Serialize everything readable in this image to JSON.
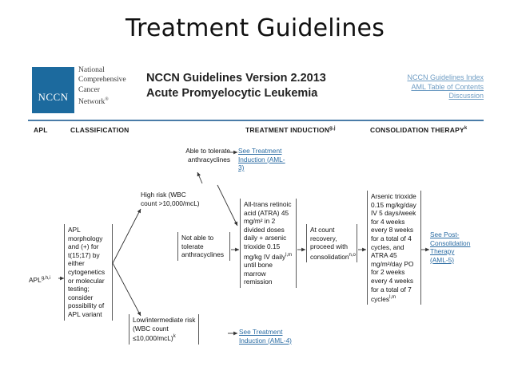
{
  "slide": {
    "title": "Treatment Guidelines"
  },
  "header": {
    "logo_mark": "NCCN",
    "logo_words_line1": "National",
    "logo_words_line2": "Comprehensive",
    "logo_words_line3": "Cancer",
    "logo_words_line4": "Network",
    "logo_words_sup": "®",
    "title_line1": "NCCN Guidelines Version 2.2013",
    "title_line2": "Acute Promyelocytic Leukemia",
    "links": [
      "NCCN Guidelines Index",
      "AML Table of Contents",
      "Discussion"
    ],
    "accent_color": "#1c6a9e",
    "rule_color": "#4a7ca8",
    "link_color": "#6f9dc4"
  },
  "columns": {
    "apl": "APL",
    "classification": "CLASSIFICATION",
    "treatment_induction": "TREATMENT INDUCTION",
    "treatment_induction_sup": "g,j",
    "consolidation_therapy": "CONSOLIDATION THERAPY",
    "consolidation_therapy_sup": "k"
  },
  "flow": {
    "apl_label": "APL",
    "apl_label_sup": "g,h,i",
    "diagnosis_box": "APL morphology and (+) for t(15;17) by either cytogenetics or molecular testing; consider possibility of APL variant",
    "high_risk": "High risk (WBC count >10,000/mcL)",
    "low_risk": "Low/intermediate risk (WBC count ≤10,000/mcL)",
    "low_risk_sup": "k",
    "able_tolerate": "Able to tolerate anthracyclines",
    "not_able_tolerate": "Not able to tolerate anthracyclines",
    "link_aml3_line1": "See Treatment",
    "link_aml3_line2": "Induction (AML-3)",
    "link_aml4_line1": "See Treatment",
    "link_aml4_line2": "Induction (AML-4)",
    "atra_box_text": "All-trans retinoic acid (ATRA) 45 mg/m² in 2 divided doses daily + arsenic trioxide 0.15 mg/kg IV daily",
    "atra_box_sup": "l,m",
    "atra_box_tail": " until bone marrow remission",
    "count_recovery": "At count recovery, proceed with consolidation",
    "count_recovery_sup": "n,o",
    "consolidation_text": "Arsenic trioxide 0.15 mg/kg/day IV 5 days/week for 4 weeks every 8 weeks for a total of 4 cycles, and ATRA 45 mg/m²/day PO for 2 weeks every 4 weeks for a total of 7 cycles",
    "consolidation_sup": "l,m",
    "link_aml5_line1": "See Post-",
    "link_aml5_line2": "Consolidation",
    "link_aml5_line3": "Therapy",
    "link_aml5_line4": "(AML-5)",
    "link_color": "#2b6ca3",
    "box_border_color": "#5a5a5a"
  }
}
